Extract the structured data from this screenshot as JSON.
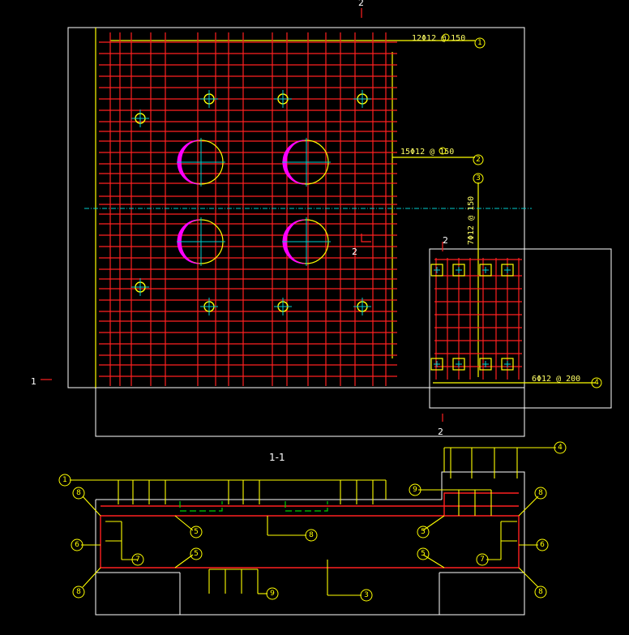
{
  "drawing": {
    "section_label": "1-1",
    "cut_labels": {
      "top": "2",
      "mid": "2",
      "small": "2",
      "bottom": "2",
      "left": "1"
    },
    "rebar_notes": {
      "top": "12Φ12 @ 150",
      "mid": "15Φ12 @ 150",
      "vertical": "7Φ12 @ 150",
      "bottom": "6Φ12 @ 200"
    },
    "bubbles": {
      "top_right": "1",
      "mid_right": "2",
      "vertical": "3",
      "bottom_right": "4",
      "sec_left": "1",
      "sec_right": "4"
    },
    "section_bubbles": {
      "b8": "8",
      "b6": "6",
      "b5": "5",
      "b7": "7",
      "b9": "9",
      "b3": "3"
    }
  },
  "colors": {
    "background": "#000000",
    "outline": "#ffffff",
    "rebar": "#ff2020",
    "annotation": "#ffff00",
    "hole": "#ff00ff",
    "centerline": "#00cccc",
    "accent": "#00cc00"
  }
}
